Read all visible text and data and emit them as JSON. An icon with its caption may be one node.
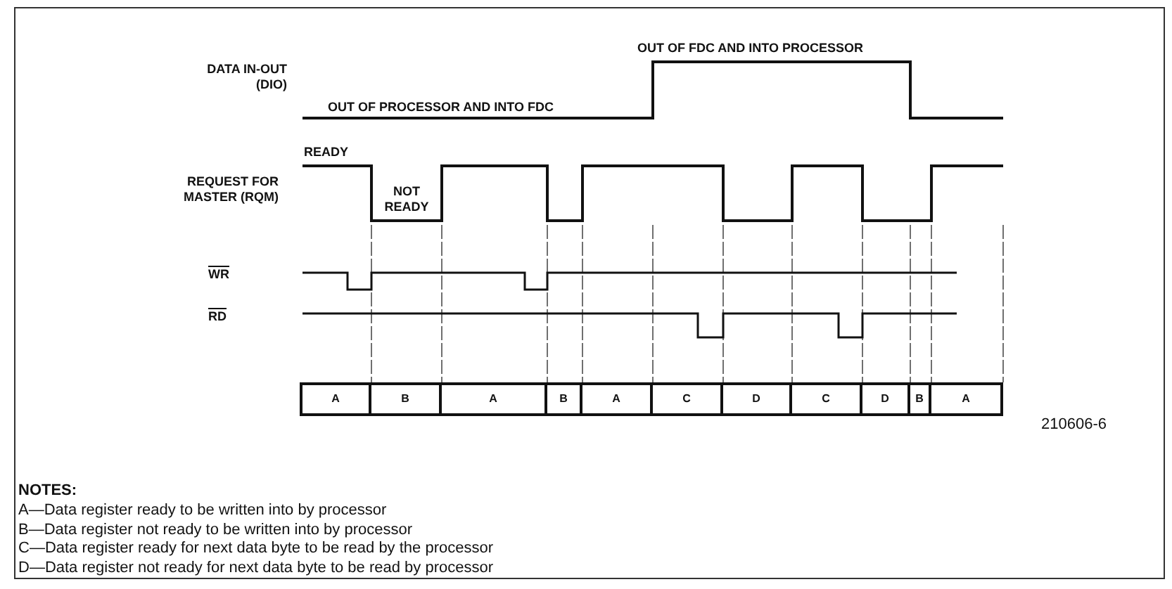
{
  "diagram": {
    "labels": [
      "OUT OF FDC AND INTO PROCESSOR",
      "DATA IN-OUT (DIO)",
      "OUT OF PROCESSOR AND INTO FDC",
      "READY",
      "REQUEST FOR MASTER (RQM)",
      "NOT READY",
      "WR",
      "RD",
      "A",
      "B",
      "A",
      "B",
      "A",
      "C",
      "D",
      "C",
      "D",
      "B",
      "A",
      "210606-6",
      "NOTES:",
      "A—Data register ready to be written into by processor",
      "B—Data register not ready to be written into by processor",
      "C—Data register ready for next data byte to be read by the processor",
      "D—Data register not ready for next data byte to be read by processor"
    ]
  }
}
